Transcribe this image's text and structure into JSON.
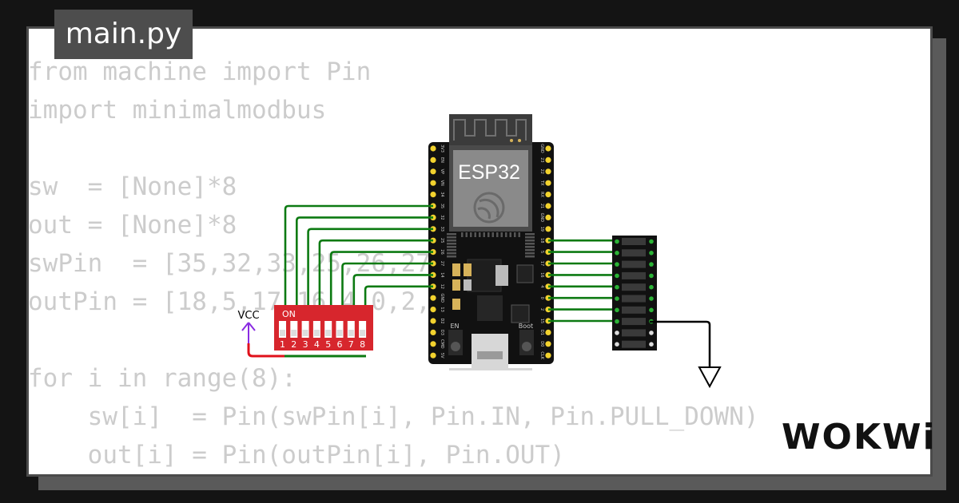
{
  "file_tab": {
    "label": "main.py"
  },
  "code_lines": [
    "from machine import Pin",
    "import minimalmodbus",
    "",
    "sw  = [None]*8",
    "out = [None]*8",
    "swPin  = [35,32,33,25,26,27,14,12]",
    "outPin = [18,5,17,16,4,0,2,15]",
    "",
    "for i in range(8):",
    "    sw[i]  = Pin(swPin[i], Pin.IN, Pin.PULL_DOWN)",
    "    out[i] = Pin(outPin[i], Pin.OUT)"
  ],
  "board": {
    "label": "ESP32",
    "en_label": "EN",
    "boot_label": "Boot",
    "left_pins": [
      "3V3",
      "EN",
      "VP",
      "VN",
      "34",
      "35",
      "32",
      "33",
      "25",
      "26",
      "27",
      "14",
      "12",
      "GND",
      "13",
      "D2",
      "D3",
      "CMD",
      "5V"
    ],
    "right_pins": [
      "GND",
      "23",
      "22",
      "TX",
      "RX",
      "21",
      "GND",
      "19",
      "18",
      "5",
      "17",
      "16",
      "4",
      "0",
      "2",
      "15",
      "D1",
      "D0",
      "CLK"
    ]
  },
  "dip_switch": {
    "on_label": "ON",
    "numbers": [
      "1",
      "2",
      "3",
      "4",
      "5",
      "6",
      "7",
      "8"
    ]
  },
  "power": {
    "vcc_label": "VCC"
  },
  "colors": {
    "wire_green": "#0c7a12",
    "wire_red": "#e0101a",
    "wire_black": "#000000",
    "vcc_purple": "#8a2be2",
    "dip_red": "#d7262d"
  },
  "logo": {
    "text": "WOKWi"
  }
}
